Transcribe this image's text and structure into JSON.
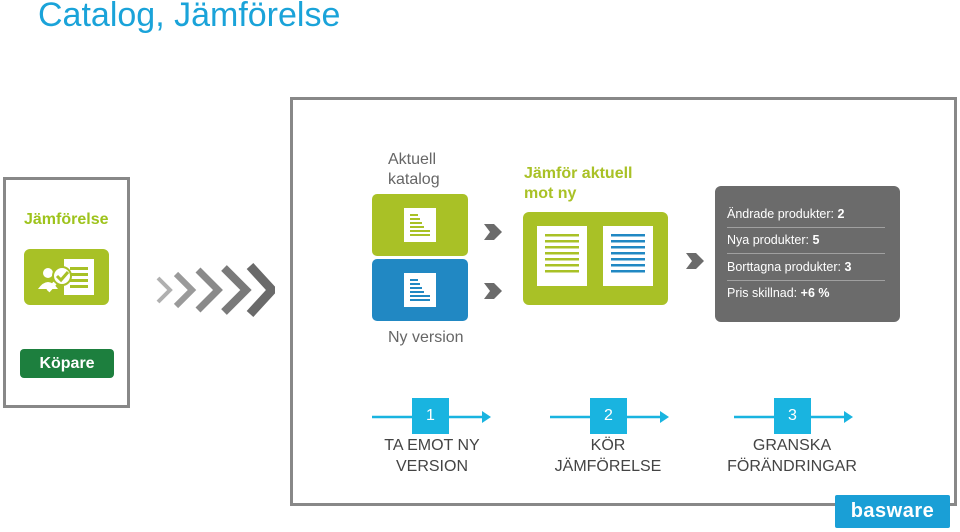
{
  "title": "Catalog, Jämförelse",
  "left": {
    "label": "Jämförelse",
    "icon": "document-check-icon",
    "badge": "Köpare"
  },
  "inputs": {
    "current_label": "Aktuell katalog",
    "new_label": "Ny version"
  },
  "compare": {
    "label_line1": "Jämför aktuell",
    "label_line2": "mot ny"
  },
  "stats": [
    {
      "label": "Ändrade produkter:",
      "value": "2"
    },
    {
      "label": "Nya produkter:",
      "value": "5"
    },
    {
      "label": "Borttagna produkter:",
      "value": "3"
    },
    {
      "label": "Pris skillnad:",
      "value": "+6 %"
    }
  ],
  "steps": [
    {
      "num": "1",
      "line1": "TA EMOT NY",
      "line2": "VERSION"
    },
    {
      "num": "2",
      "line1": "KÖR",
      "line2": "JÄMFÖRELSE"
    },
    {
      "num": "3",
      "line1": "GRANSKA",
      "line2": "FÖRÄNDRINGAR"
    }
  ],
  "logo": "basware",
  "colors": {
    "title_blue": "#1aa3d9",
    "lime": "#a9c126",
    "dark_green": "#1d7f3e",
    "doc_blue": "#2188c3",
    "stats_grey": "#6b6b6b",
    "step_cyan": "#19b4e0"
  }
}
